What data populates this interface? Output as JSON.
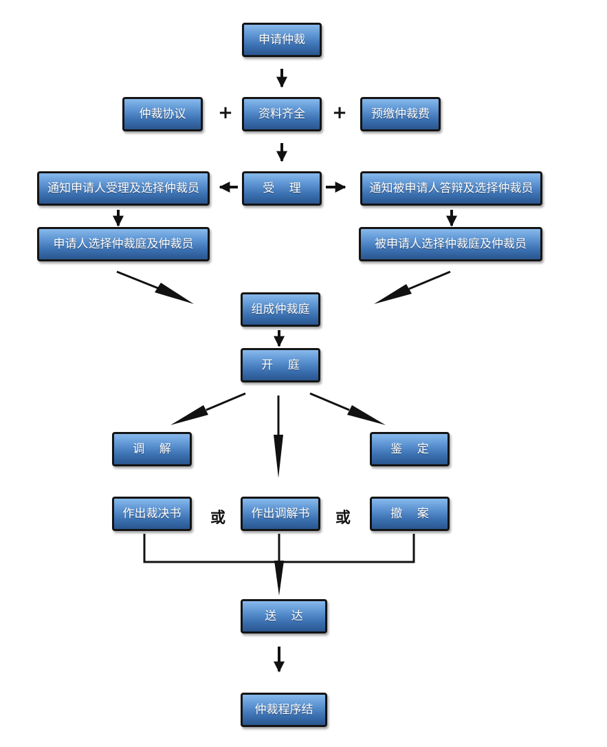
{
  "nodes": {
    "apply": "申请仲裁",
    "agreement": "仲裁协议",
    "materials": "资料齐全",
    "prepay": "预缴仲裁费",
    "accept": "受    理",
    "notify_applicant": "通知申请人受理及选择仲裁员",
    "notify_respondent": "通知被申请人答辩及选择仲裁员",
    "applicant_select": "申请人选择仲裁庭及仲裁员",
    "respondent_select": "被申请人选择仲裁庭及仲裁员",
    "form_tribunal": "组成仲裁庭",
    "hearing": "开    庭",
    "mediation": "调    解",
    "appraisal": "鉴    定",
    "award": "作出裁决书",
    "mediation_doc": "作出调解书",
    "withdraw": "撤    案",
    "service": "送    达",
    "end": "仲裁程序结"
  },
  "symbols": {
    "plus": "+",
    "or": "或"
  },
  "colors": {
    "box_top": "#87b9ec",
    "box_bottom": "#2a568e",
    "border": "#141414",
    "text": "#ffffff",
    "arrow": "#111111"
  }
}
